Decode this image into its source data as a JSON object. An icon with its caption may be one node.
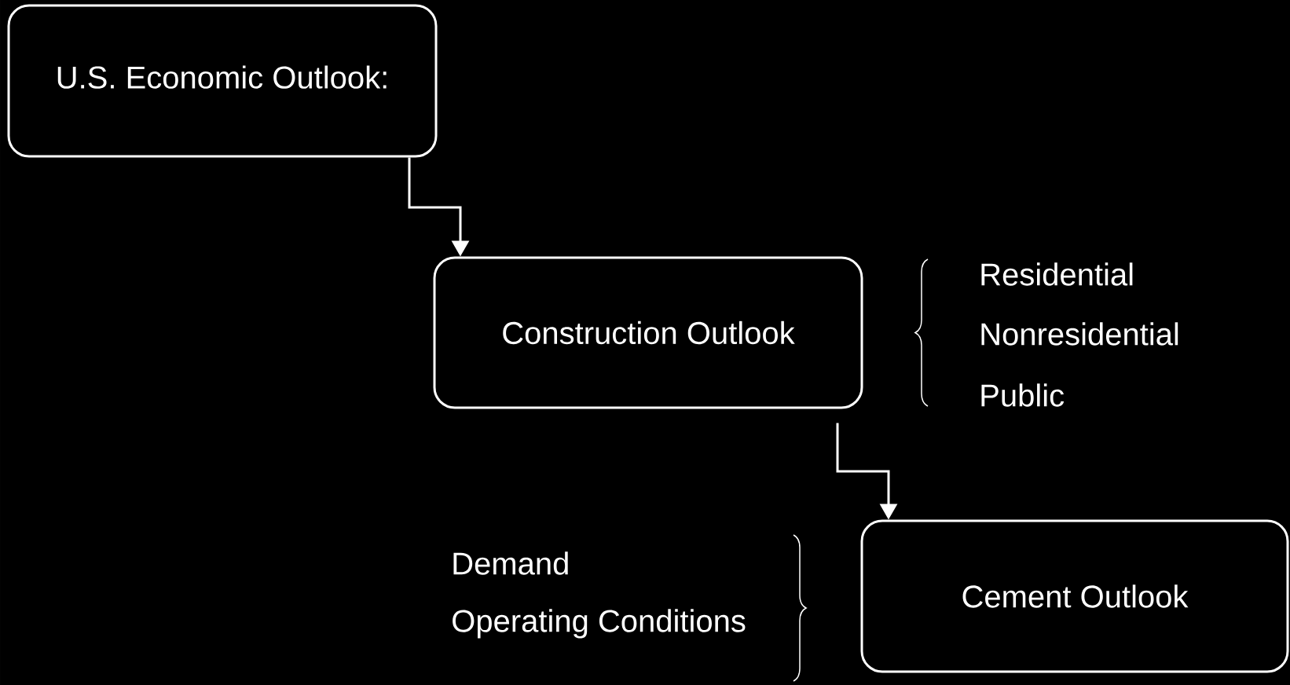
{
  "diagram": {
    "nodes": [
      {
        "text": [
          "U.S. Economic Outlook:"
        ]
      },
      {
        "text": [
          "Construction Outlook"
        ],
        "beside": [
          "Residential",
          "Nonresidential",
          "Public"
        ]
      },
      {
        "text": [
          "Cement Outlook"
        ],
        "beside": [
          "Demand",
          "Operating Conditions"
        ]
      }
    ],
    "edges": [
      {
        "from": 0,
        "to": 1,
        "arrow": "to"
      },
      {
        "from": 1,
        "to": 2,
        "arrow": "to"
      }
    ]
  }
}
